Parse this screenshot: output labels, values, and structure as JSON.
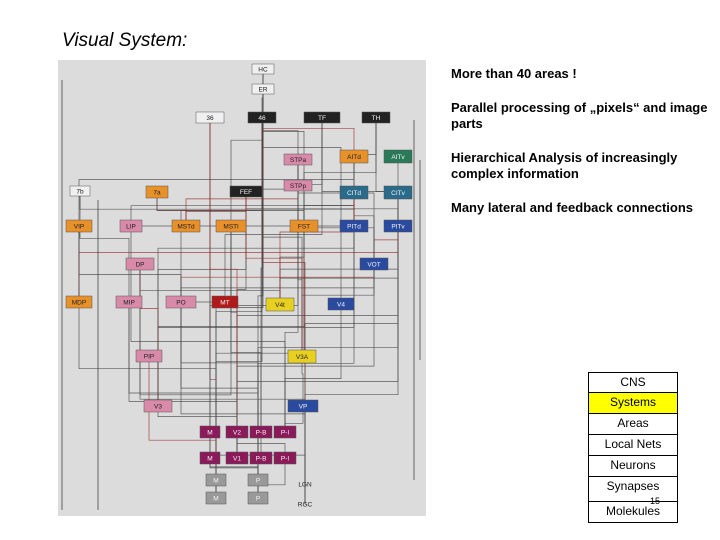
{
  "title": "Visual System:",
  "bullets": [
    "More than 40 areas !",
    "Parallel processing of „pixels“ and image parts",
    "Hierarchical Analysis of increasingly complex information",
    "Many lateral and feedback connections"
  ],
  "hierarchy": [
    {
      "label": "CNS",
      "highlight": false
    },
    {
      "label": "Systems",
      "highlight": true
    },
    {
      "label": "Areas",
      "highlight": false
    },
    {
      "label": "Local Nets",
      "highlight": false
    },
    {
      "label": "Neurons",
      "highlight": false
    },
    {
      "label": "Synapses",
      "highlight": false
    },
    {
      "label": "Molekules",
      "highlight": false
    }
  ],
  "slide_number": "15",
  "diagram": {
    "nodes": [
      "HC",
      "ER",
      "36",
      "46",
      "TF",
      "TH",
      "STPa",
      "AITd",
      "AITv",
      "7b",
      "7a",
      "FEF",
      "STPp",
      "CITd",
      "CITv",
      "VIP",
      "LIP",
      "MSTd",
      "MSTl",
      "FST",
      "PITd",
      "PITv",
      "DP",
      "VOT",
      "MDP",
      "MIP",
      "PO",
      "MT",
      "V4t",
      "V4",
      "PIP",
      "V3A",
      "V3",
      "VP",
      "M",
      "V2",
      "P-B",
      "P-I",
      "M",
      "V1",
      "P-B",
      "P-I",
      "M",
      "P",
      "LGN",
      "M",
      "P",
      "RGC"
    ],
    "colors": {
      "background": "#dcdcdc",
      "line": "#444444",
      "line_red": "#9a2a2a",
      "orange": "#e8902a",
      "pink": "#d98aa8",
      "purple": "#8a1a5a",
      "red": "#b01a1a",
      "yellow": "#e8d020",
      "blue": "#2a4aa0",
      "green": "#2a7a5a",
      "teal": "#2a6a8a",
      "black": "#222222",
      "white_box": "#f0f0f0",
      "grey_box": "#999999"
    }
  }
}
